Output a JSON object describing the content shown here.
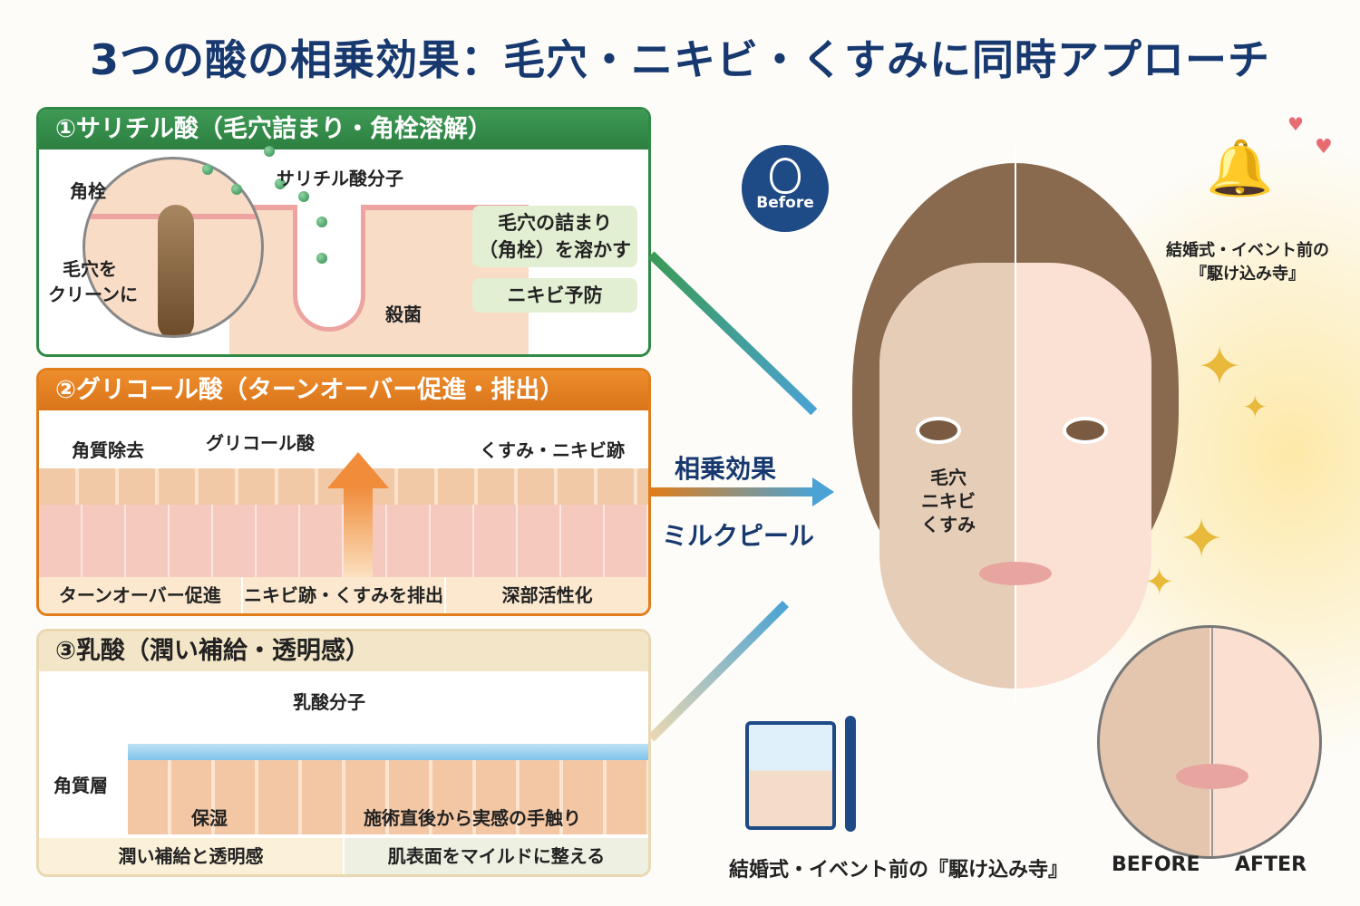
{
  "title": "3つの酸の相乗効果：毛穴・ニキビ・くすみに同時アプローチ",
  "panels": {
    "salicylic": {
      "header": "①サリチル酸（毛穴詰まり・角栓溶解）",
      "labels": {
        "plug": "角栓",
        "molecule": "サリチル酸分子",
        "clean_line1": "毛穴を",
        "clean_line2": "クリーンに",
        "sterilize": "殺菌"
      },
      "tags": [
        "毛穴の詰まり（角栓）を溶かす",
        "ニキビ予防"
      ],
      "tag_lines": [
        "毛穴の詰まり",
        "（角栓）を溶かす"
      ],
      "accent": "#2f8a45"
    },
    "glycolic": {
      "header": "②グリコール酸（ターンオーバー促進・排出）",
      "labels": {
        "exfoliate": "角質除去",
        "acid": "グリコール酸",
        "dullness": "くすみ・ニキビ跡"
      },
      "footer": [
        "ターンオーバー促進",
        "ニキビ跡・くすみを排出",
        "深部活性化"
      ],
      "accent": "#e07d1a"
    },
    "lactic": {
      "header": "③乳酸（潤い補給・透明感）",
      "labels": {
        "molecule": "乳酸分子",
        "stratum": "角質層",
        "moisture": "保湿",
        "feel": "施術直後から実感の手触り"
      },
      "footer": [
        "潤い補給と透明感",
        "肌表面をマイルドに整える"
      ],
      "accent": "#ead8b2"
    }
  },
  "center": {
    "synergy": "相乗効果",
    "product": "ミルクピール",
    "arrow_color": "#4aa3d4"
  },
  "face": {
    "before_badge": "Before",
    "concerns": [
      "毛穴",
      "ニキビ",
      "くすみ"
    ],
    "event_caption_line1": "結婚式・イベント前の",
    "event_caption_line2": "『駆け込み寺』"
  },
  "bottom": {
    "caption": "結婚式・イベント前の『駆け込み寺』",
    "before_label": "BEFORE",
    "after_label": "AFTER"
  },
  "colors": {
    "title": "#17396f",
    "skin": "#f8dcc6",
    "gold": "#e8b93a"
  }
}
